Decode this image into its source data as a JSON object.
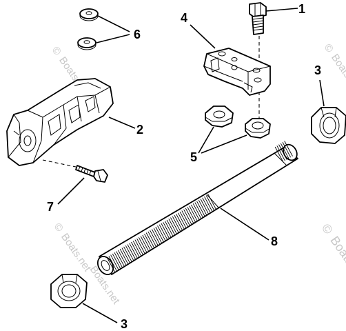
{
  "callouts": {
    "c1": "1",
    "c2": "2",
    "c3_top": "3",
    "c3_bottom": "3",
    "c4": "4",
    "c5": "5",
    "c6": "6",
    "c7": "7",
    "c8": "8"
  },
  "watermark": {
    "symbol": "©",
    "text": "Boats.net"
  }
}
